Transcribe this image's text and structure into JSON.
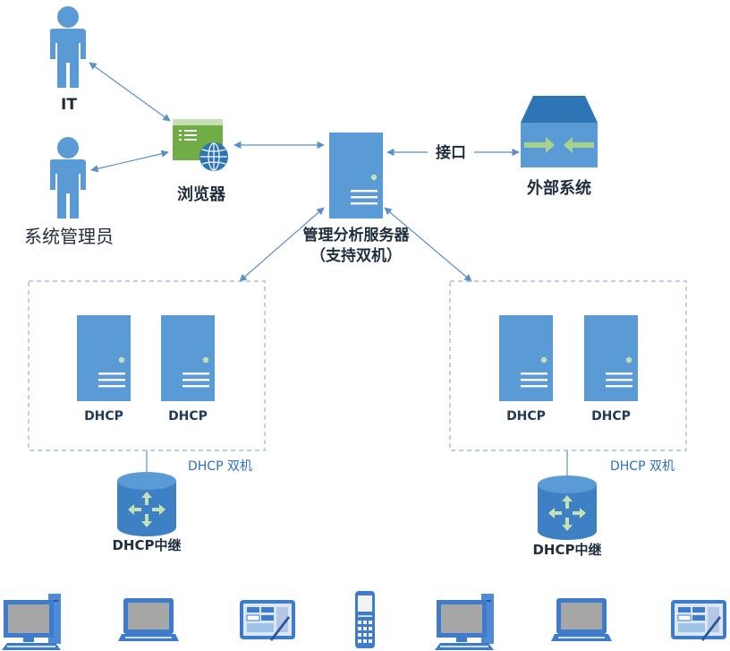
{
  "labels": {
    "it": "IT",
    "admin": "系统管理员",
    "browser": "浏览器",
    "server_line1": "管理分析服务器",
    "server_line2": "（支持双机）",
    "interface": "接口",
    "external": "外部系统",
    "dhcp_left_1": "DHCP",
    "dhcp_left_2": "DHCP",
    "dhcp_right_1": "DHCP",
    "dhcp_right_2": "DHCP",
    "pair_left": "DHCP  双机",
    "pair_right": "DHCP  双机",
    "relay_left": "DHCP中继",
    "relay_right": "DHCP中继"
  },
  "colors": {
    "primary": "#5b9bd5",
    "line": "#5b8fc9",
    "browser_green": "#70ad47",
    "arrow_green": "#a9d18e"
  },
  "icons": {
    "user": "person-icon",
    "browser": "browser-icon",
    "server": "server-icon",
    "external": "external-system-icon",
    "relay": "router-icon",
    "desktop": "desktop-computer-icon",
    "laptop": "laptop-icon",
    "tablet": "tablet-icon",
    "phone": "phone-icon"
  }
}
